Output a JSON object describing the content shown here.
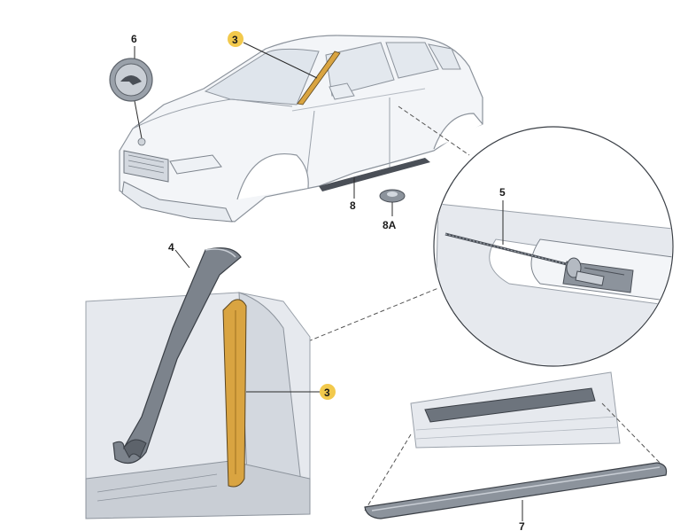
{
  "diagram": {
    "callouts": {
      "part_3_top": "3",
      "part_3_detail": "3",
      "part_4": "4",
      "part_5": "5",
      "part_6": "6",
      "part_7": "7",
      "part_8": "8",
      "part_8a": "8A"
    },
    "colors": {
      "highlight_badge": "#f2c94c",
      "seal_highlight": "#d9a441",
      "car_body": "#f3f5f8",
      "panel_fill": "#e6e9ee",
      "trim_dark": "#4a4f57"
    },
    "icons": [
      "skoda-badge-icon",
      "clip-icon",
      "screw-icon"
    ]
  }
}
